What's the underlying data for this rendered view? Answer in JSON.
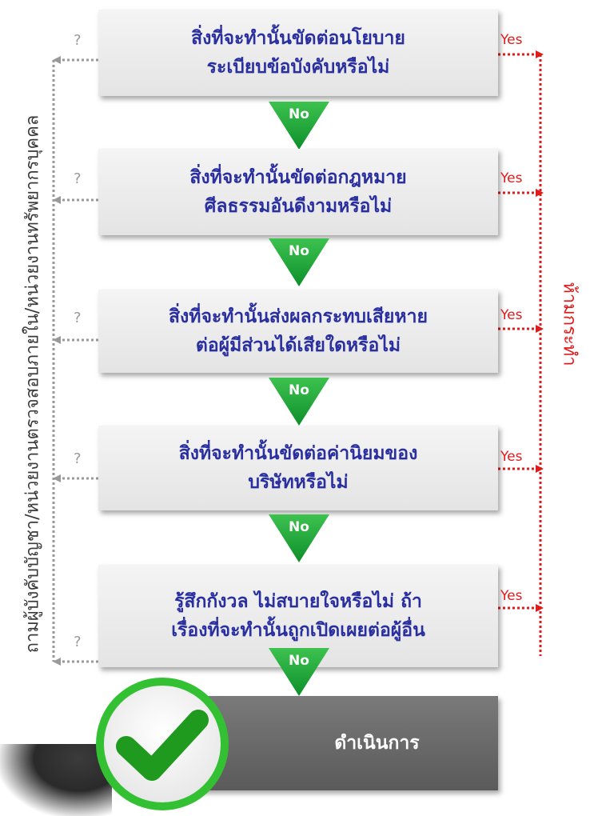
{
  "steps": [
    {
      "line1": "สิ่งที่จะทำนั้นขัดต่อนโยบาย",
      "line2": "ระเบียบข้อบังคับหรือไม่"
    },
    {
      "line1": "สิ่งที่จะทำนั้นขัดต่อกฎหมาย",
      "line2": "ศีลธรรมอันดีงามหรือไม่"
    },
    {
      "line1": "สิ่งที่จะทำนั้นส่งผลกระทบเสียหาย",
      "line2": "ต่อผู้มีส่วนได้เสียใดหรือไม่"
    },
    {
      "line1": "สิ่งที่จะทำนั้นขัดต่อค่านิยมของ",
      "line2": "บริษัทหรือไม่"
    },
    {
      "line1": "รู้สึกกังวล ไม่สบายใจหรือไม่ ถ้า",
      "line2": "เรื่องที่จะทำนั้นถูกเปิดเผยต่อผู้อื่น"
    }
  ],
  "no_label": "No",
  "yes_label": "Yes",
  "question_label": "?",
  "left_side_text": "ถามผู้บังคับบัญชา/หน่วยงานตรวจสอบภายใน/หน่วยงานทรัพยากรบุคคล",
  "right_side_text": "ห้ามกระทำ",
  "action_label": "ดำเนินการ",
  "colors": {
    "yes_line": "#e01b1b",
    "question_line": "#999999",
    "box_text": "#2a2fa0",
    "arrow_green": "#1aa33a",
    "check_green": "#2fbf2f"
  }
}
